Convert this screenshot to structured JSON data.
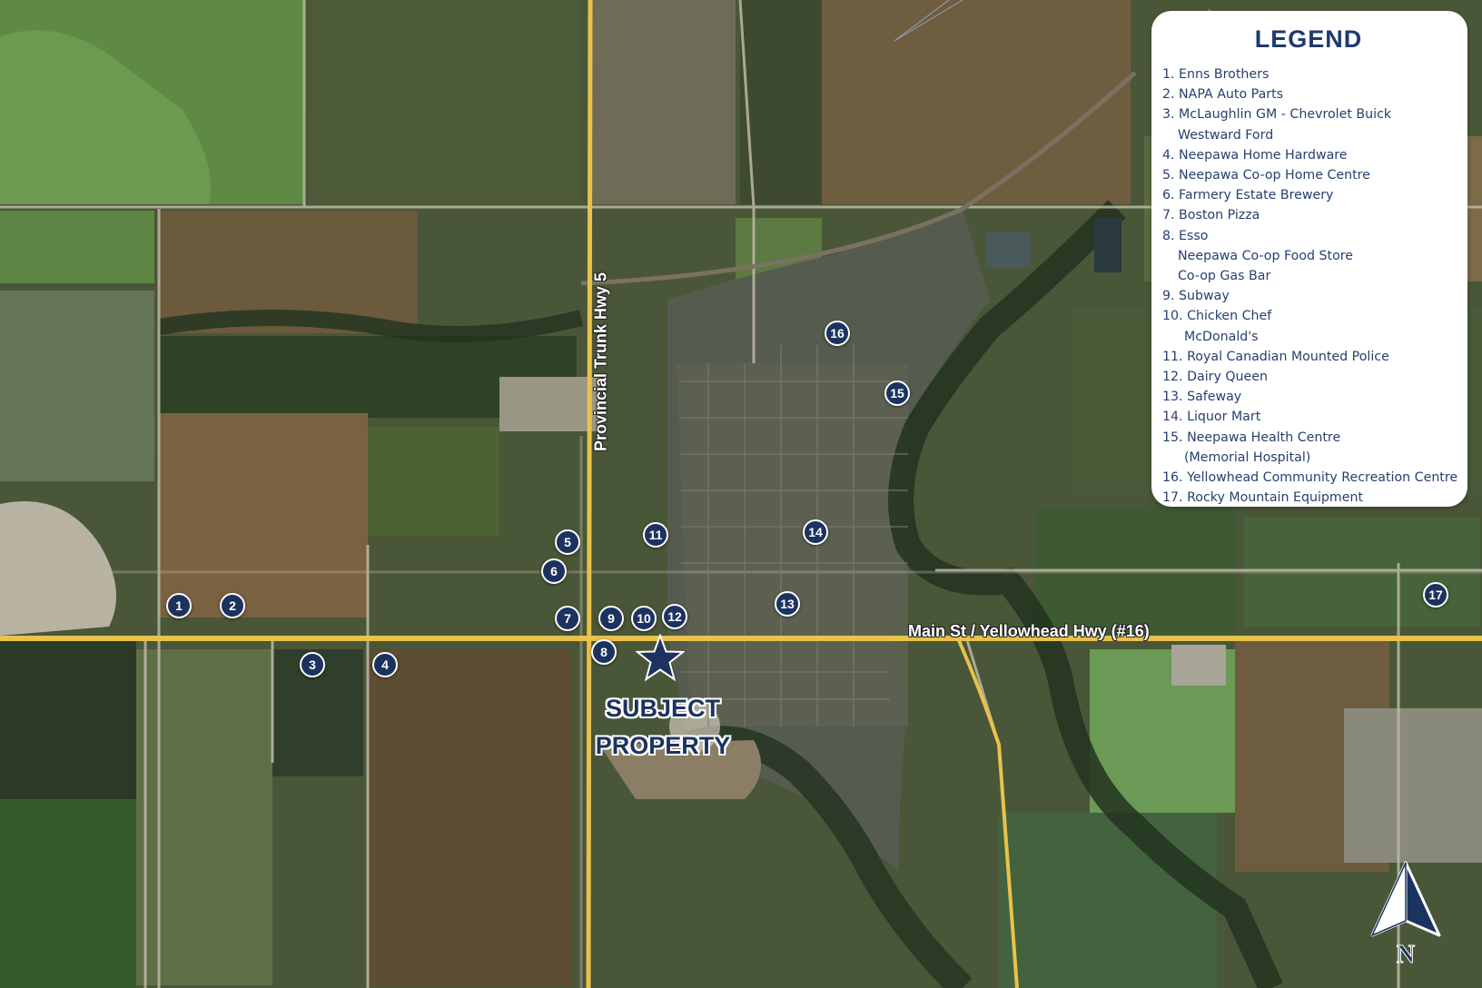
{
  "legend": {
    "title": "LEGEND",
    "items": [
      "1. Enns Brothers",
      "2. NAPA Auto Parts",
      "3. McLaughlin GM - Chevrolet Buick",
      "Westward Ford",
      "4. Neepawa Home Hardware",
      "5. Neepawa Co-op Home Centre",
      "6. Farmery Estate Brewery",
      "7. Boston Pizza",
      "8. Esso",
      "Neepawa Co-op Food Store",
      "Co-op Gas Bar",
      "9. Subway",
      "10. Chicken Chef",
      "McDonald's",
      "11. Royal Canadian Mounted Police",
      "12. Dairy Queen",
      "13. Safeway",
      "14. Liquor Mart",
      "15. Neepawa Health Centre",
      "(Memorial Hospital)",
      "16. Yellowhead Community Recreation Centre",
      "17. Rocky Mountain Equipment"
    ]
  },
  "markers": [
    "1",
    "2",
    "3",
    "4",
    "5",
    "6",
    "7",
    "8",
    "9",
    "10",
    "11",
    "12",
    "13",
    "14",
    "15",
    "16",
    "17"
  ],
  "subject": {
    "line1": "SUBJECT",
    "line2": "PROPERTY"
  },
  "roads": {
    "hwy5": "Provincial Trunk Hwy 5",
    "main": "Main St / Yellowhead Hwy (#16)"
  },
  "compass": {
    "letter": "N"
  },
  "colors": {
    "marker": "#1c335f",
    "legend_text": "#27406f",
    "road": "#e8c24a"
  }
}
